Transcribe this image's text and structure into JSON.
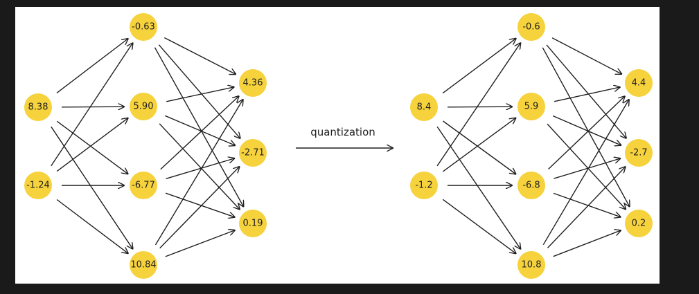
{
  "diagram": {
    "transform_label": "quantization",
    "node_color": "#f6d23c",
    "before": {
      "input": [
        "8.38",
        "-1.24"
      ],
      "hidden": [
        "-0.63",
        "5.90",
        "-6.77",
        "10.84"
      ],
      "output": [
        "4.36",
        "-2.71",
        "0.19"
      ]
    },
    "after": {
      "input": [
        "8.4",
        "-1.2"
      ],
      "hidden": [
        "-0.6",
        "5.9",
        "-6.8",
        "10.8"
      ],
      "output": [
        "4.4",
        "-2.7",
        "0.2"
      ]
    }
  }
}
